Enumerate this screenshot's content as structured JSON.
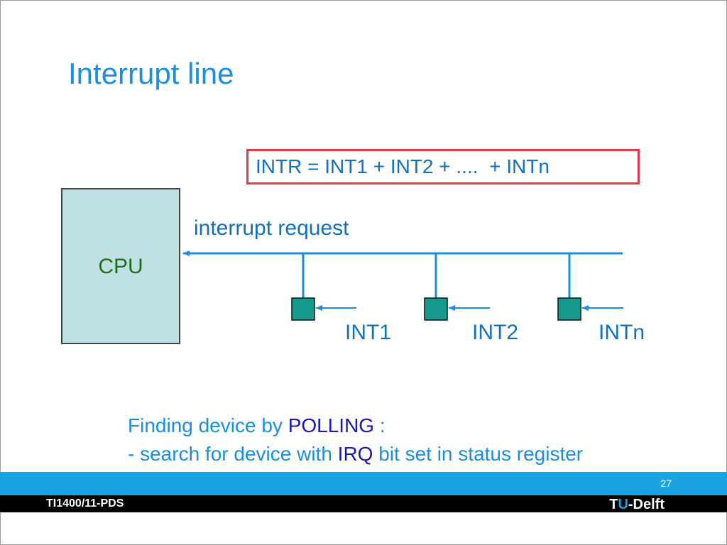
{
  "slide": {
    "title": "Interrupt line",
    "formula": "INTR = INT1 + INT2 + ....  + INTn",
    "cpu_label": "CPU",
    "request_label": "interrupt request",
    "interrupts": [
      "INT1",
      "INT2",
      "INTn"
    ],
    "note_line1_prefix": "Finding device by ",
    "note_line1_keyword": "POLLING",
    "note_line1_suffix": " :",
    "note_line2_prefix": "- search for device with ",
    "note_line2_keyword": "IRQ",
    "note_line2_suffix": " bit set in status register"
  },
  "footer": {
    "page_number": "27",
    "course": "TI1400/11-PDS",
    "logo_t": "T",
    "logo_u": "U",
    "logo_rest": "-Delft"
  },
  "colors": {
    "title": "#1a8fe0",
    "text": "#1070c0",
    "keyword": "#1a1ab0",
    "formula_border": "#e8384f",
    "cpu_fill": "#bfe1e3",
    "device_fill": "#159a8e",
    "bus": "#1a8fe0",
    "footer_blue": "#1aa3e0",
    "footer_black": "#000000"
  }
}
